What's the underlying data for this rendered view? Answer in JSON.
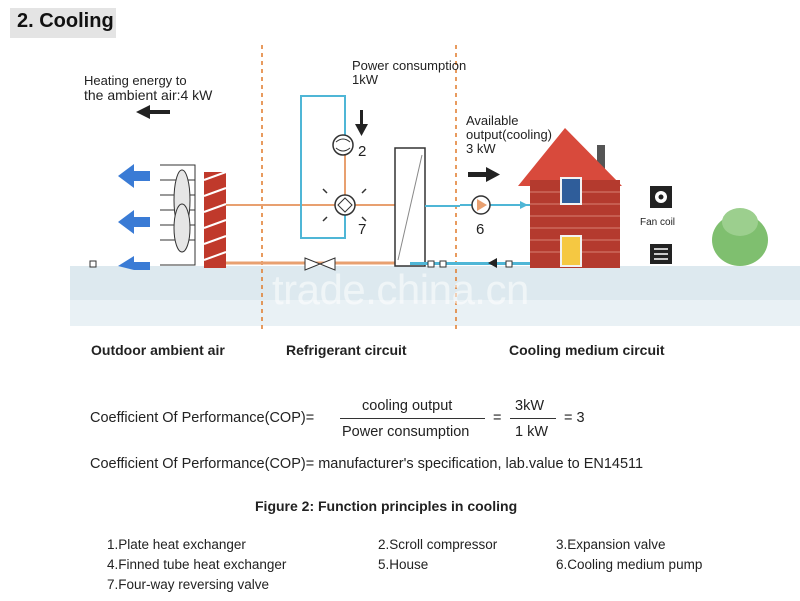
{
  "header": {
    "title": "2. Cooling"
  },
  "diagram": {
    "heating_note": [
      "Heating energy to",
      "the ambient air:4 kW"
    ],
    "power_note": [
      "Power consumption",
      "1kW"
    ],
    "output_note": [
      "Available",
      "output(cooling)",
      "3 kW"
    ],
    "numbers": {
      "compressor": "2",
      "valve": "7",
      "pump": "6"
    },
    "fan_coil_label": "Fan coil",
    "watermark": "trade.china.cn",
    "colors": {
      "refrigerant_line": "#e8a070",
      "water_line": "#4fb6d6",
      "brick": "#c0392b",
      "roof": "#d84a3c",
      "arrow": "#3a7bd5",
      "tree": "#7fbf6f"
    }
  },
  "sections": {
    "outdoor": "Outdoor ambient air",
    "refrigerant": "Refrigerant circuit",
    "cooling": "Cooling medium circuit"
  },
  "formula": {
    "cop_label": "Coefficient Of Performance(COP)=",
    "numerator": "cooling output",
    "denominator": "Power consumption",
    "eq": "=",
    "value_num": "3kW",
    "value_den": "1 kW",
    "result": "= 3",
    "line2": "Coefficient Of Performance(COP)= manufacturer's specification, lab.value to EN14511"
  },
  "figure_caption": "Figure 2: Function principles in cooling",
  "legend": [
    "1.Plate heat exchanger",
    "2.Scroll compressor",
    "3.Expansion valve",
    "4.Finned tube heat exchanger",
    "5.House",
    "6.Cooling medium pump",
    "7.Four-way reversing valve"
  ]
}
